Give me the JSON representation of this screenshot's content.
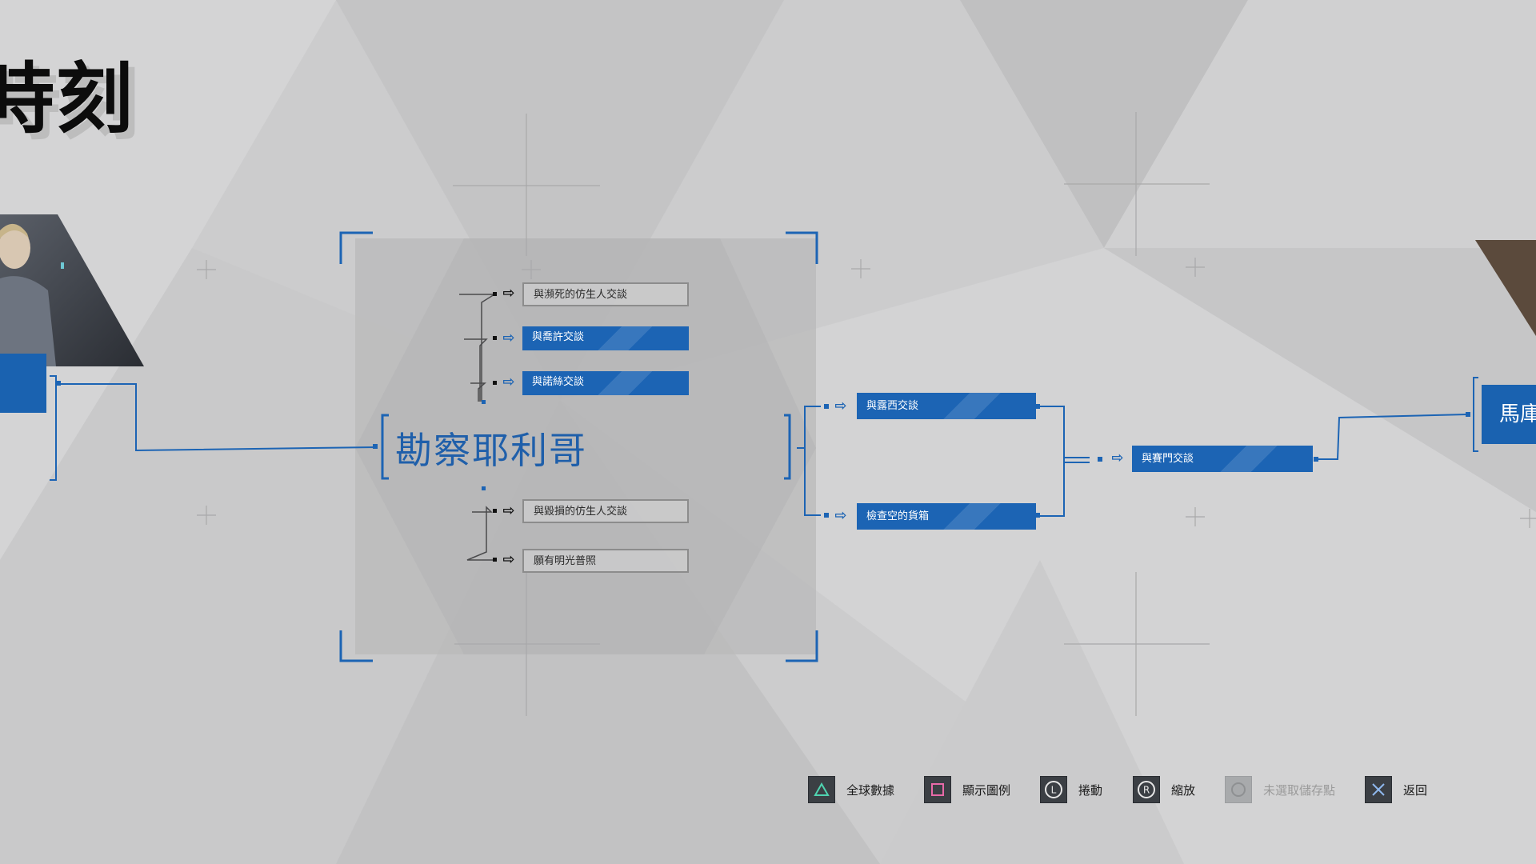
{
  "page": {
    "title": "時刻"
  },
  "chapter": {
    "title": "勘察耶利哥"
  },
  "nodes_upper": [
    {
      "label": "與瀕死的仿生人交談",
      "state": "locked"
    },
    {
      "label": "與喬許交談",
      "state": "done"
    },
    {
      "label": "與諾絲交談",
      "state": "done"
    }
  ],
  "nodes_lower": [
    {
      "label": "與毀損的仿生人交談",
      "state": "locked"
    },
    {
      "label": "願有明光普照",
      "state": "locked"
    }
  ],
  "nodes_mid": [
    {
      "label": "與露西交談",
      "state": "done"
    },
    {
      "label": "檢查空的貨箱",
      "state": "done"
    }
  ],
  "node_final": {
    "label": "與賽門交談",
    "state": "done"
  },
  "side_next": {
    "label": "馬庫"
  },
  "footer": [
    {
      "icon": "triangle-icon",
      "label": "全球數據",
      "enabled": true
    },
    {
      "icon": "square-icon",
      "label": "顯示圖例",
      "enabled": true
    },
    {
      "icon": "left-stick-icon",
      "glyph": "L",
      "label": "捲動",
      "enabled": true
    },
    {
      "icon": "right-stick-icon",
      "glyph": "R",
      "label": "縮放",
      "enabled": true
    },
    {
      "icon": "circle-icon",
      "label": "未選取儲存點",
      "enabled": false
    },
    {
      "icon": "cross-icon",
      "label": "返回",
      "enabled": true
    }
  ],
  "colors": {
    "accent": "#1c64b4",
    "node_done": "#1c64b4",
    "background": "#cfcfd0"
  }
}
